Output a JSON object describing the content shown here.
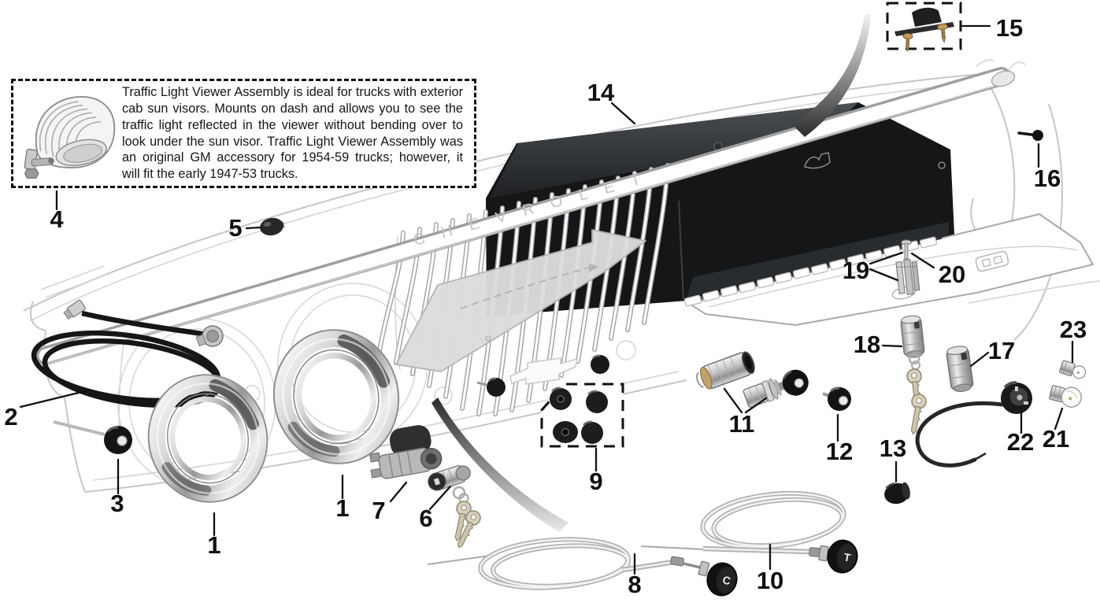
{
  "callout": {
    "label": "4",
    "body": "Traffic Light Viewer Assembly is ideal for trucks with exterior cab sun visors. Mounts on dash and allows you to see the traffic light reflected in the viewer without bending over to look under the sun visor. Traffic Light Viewer Assembly was an original GM accessory for 1954-59 trucks; however, it will fit the early 1947-53 trucks."
  },
  "dash": {
    "brand_lettering": "CHEVROLET"
  },
  "knob_letters": {
    "choke": "C",
    "throttle": "T"
  },
  "labels": {
    "p1a": "1",
    "p1b": "1",
    "p2": "2",
    "p3": "3",
    "p5": "5",
    "p6": "6",
    "p7": "7",
    "p8": "8",
    "p9": "9",
    "p10": "10",
    "p11": "11",
    "p12": "12",
    "p13": "13",
    "p14": "14",
    "p15": "15",
    "p16": "16",
    "p17": "17",
    "p18": "18",
    "p19": "19",
    "p20": "20",
    "p21": "21",
    "p22": "22",
    "p23": "23"
  }
}
